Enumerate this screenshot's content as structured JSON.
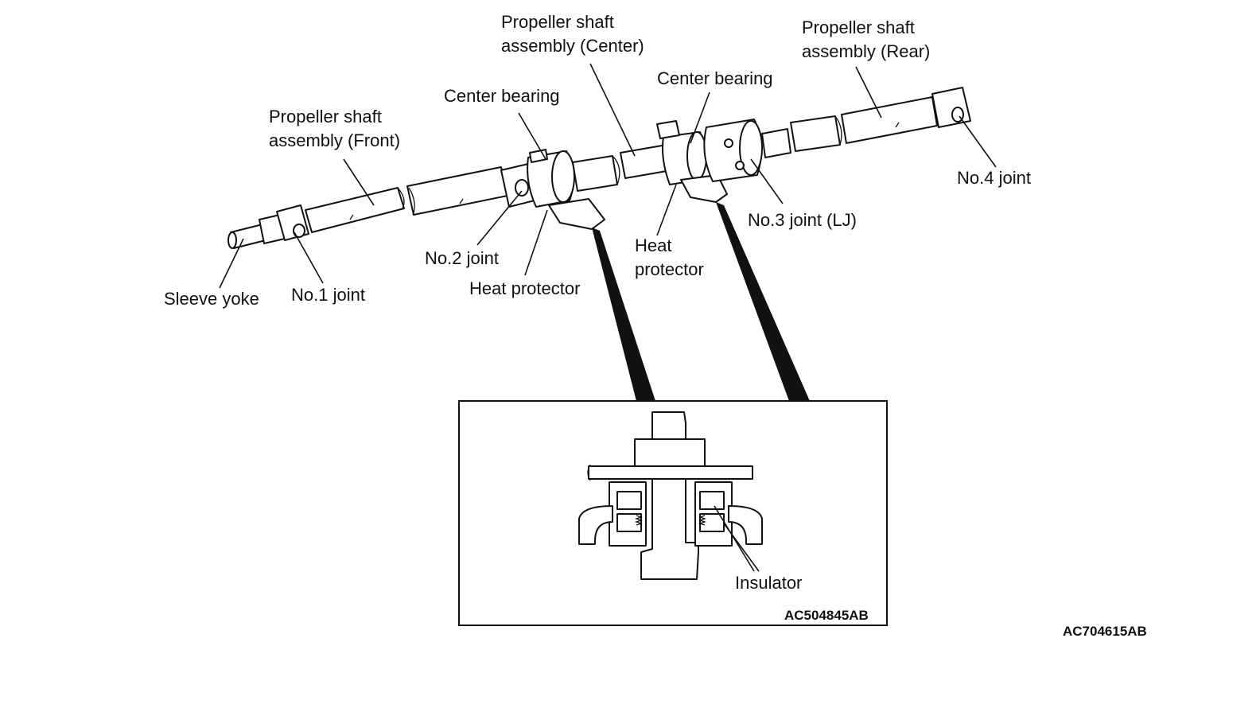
{
  "labels": {
    "sleeve_yoke": "Sleeve yoke",
    "no1_joint": "No.1 joint",
    "prop_front_1": "Propeller shaft",
    "prop_front_2": "assembly (Front)",
    "center_bearing_1": "Center bearing",
    "no2_joint": "No.2 joint",
    "heat_protector_1": "Heat protector",
    "prop_center_1": "Propeller shaft",
    "prop_center_2": "assembly (Center)",
    "center_bearing_2": "Center bearing",
    "heat_protector_2a": "Heat",
    "heat_protector_2b": "protector",
    "no3_joint": "No.3 joint (LJ)",
    "prop_rear_1": "Propeller shaft",
    "prop_rear_2": "assembly (Rear)",
    "no4_joint": "No.4 joint",
    "insulator": "Insulator"
  },
  "codes": {
    "detail_code": "AC504845AB",
    "figure_code": "AC704615AB"
  }
}
